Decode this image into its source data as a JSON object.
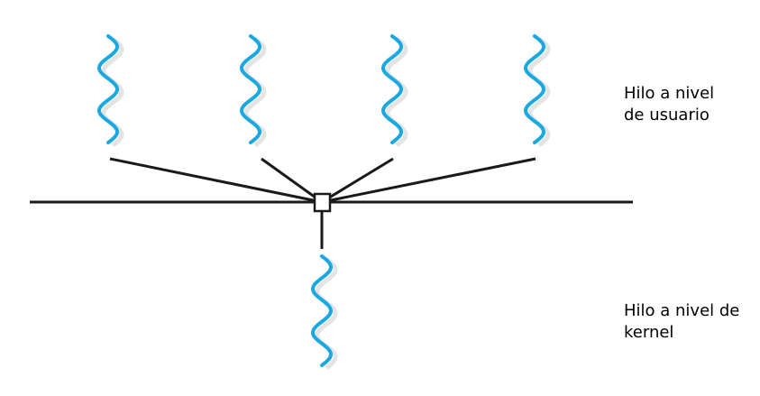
{
  "labels": {
    "user_thread": [
      "Hilo a nivel",
      "de usuario"
    ],
    "kernel_thread": [
      "Hilo a nivel de",
      "kernel"
    ]
  },
  "colors": {
    "thread_wave": "#1aa8e0",
    "wave_shadow": "#e4e4e4",
    "line": "#1a1a1a",
    "background": "#ffffff"
  },
  "icons": {
    "user_thread": "wavy-thread-icon",
    "kernel_thread": "wavy-thread-icon",
    "mapping_node": "square-node-icon"
  },
  "user_thread_count": 4,
  "kernel_thread_count": 1
}
